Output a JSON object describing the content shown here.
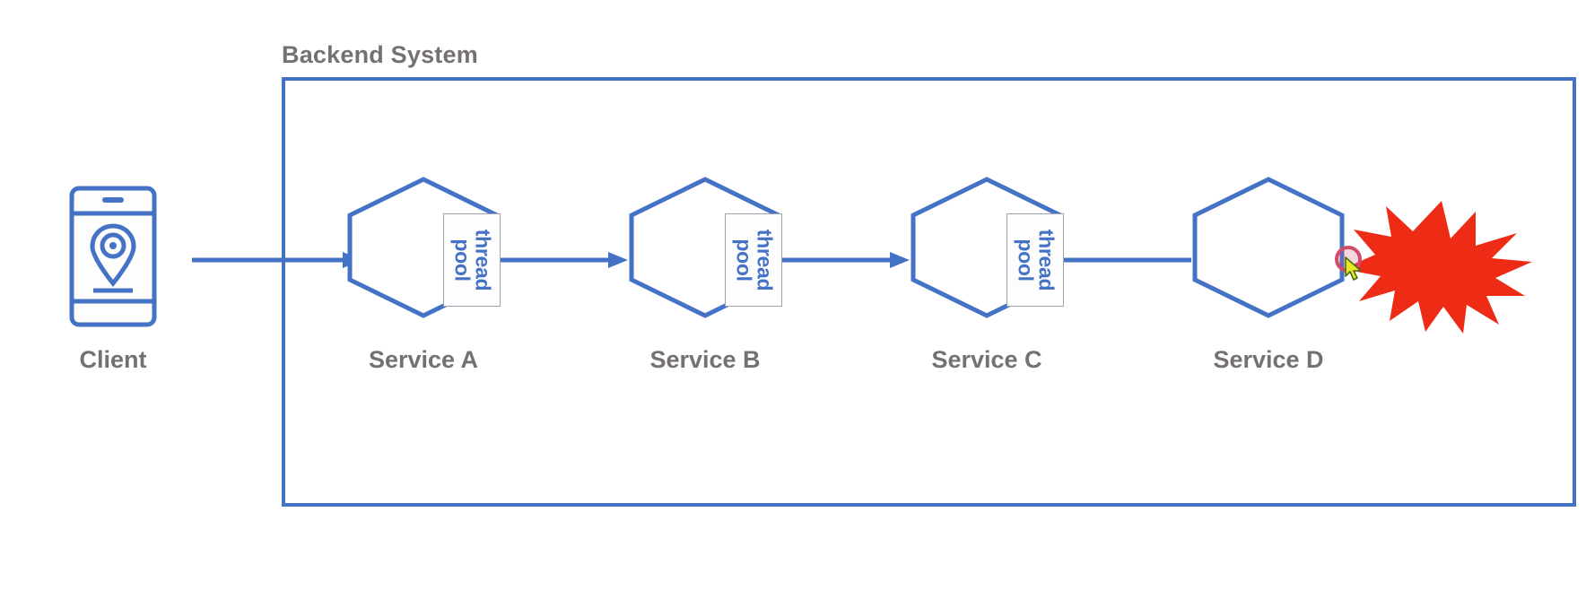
{
  "diagram": {
    "title_visible": false,
    "background": "#ffffff",
    "accent_blue": "#4472C4",
    "label_gray": "#767171",
    "explosion_red": "#EE2B15",
    "click_marker_color": "#D24C6A"
  },
  "backend": {
    "label": "Backend System",
    "border_color": "#4472C4"
  },
  "client": {
    "label": "Client",
    "icon": "mobile-phone-with-location-pin-icon"
  },
  "nodes": [
    {
      "id": "service-a",
      "label": "Service A",
      "icon": "hexagon-icon",
      "pool": {
        "line1": "thread",
        "line2": "pool"
      },
      "failed": false
    },
    {
      "id": "service-b",
      "label": "Service B",
      "icon": "hexagon-icon",
      "pool": {
        "line1": "thread",
        "line2": "pool"
      },
      "failed": false
    },
    {
      "id": "service-c",
      "label": "Service C",
      "icon": "hexagon-icon",
      "pool": {
        "line1": "thread",
        "line2": "pool"
      },
      "failed": false
    },
    {
      "id": "service-d",
      "label": "Service D",
      "icon": "hexagon-icon",
      "pool": null,
      "failed": true,
      "failure_icon": "explosion-starburst-icon"
    }
  ],
  "connections": [
    {
      "id": "client-to-a",
      "from": "client",
      "to": "service-a",
      "arrowhead": true
    },
    {
      "id": "a-to-b",
      "from": "service-a",
      "to": "service-b",
      "arrowhead": true
    },
    {
      "id": "b-to-c",
      "from": "service-b",
      "to": "service-c",
      "arrowhead": true
    },
    {
      "id": "c-to-d",
      "from": "service-c",
      "to": "service-d",
      "arrowhead": false
    }
  ],
  "cursor": {
    "icon": "mouse-cursor-arrow-icon",
    "click_indicator": "click-ring-icon"
  }
}
